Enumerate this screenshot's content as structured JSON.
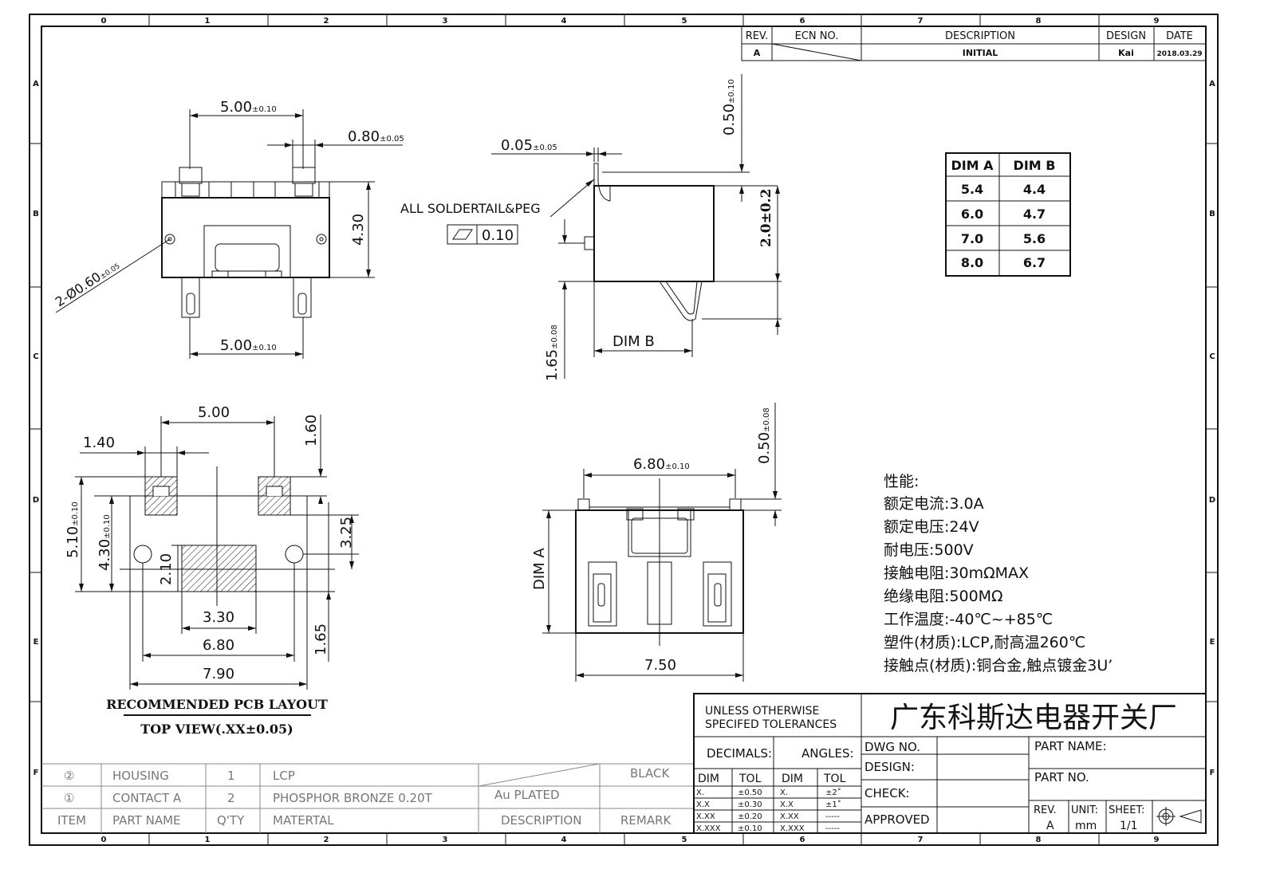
{
  "border": {
    "cols": [
      "0",
      "1",
      "2",
      "3",
      "4",
      "5",
      "6",
      "7",
      "8",
      "9"
    ],
    "rows": [
      "A",
      "B",
      "C",
      "D",
      "E",
      "F"
    ]
  },
  "revision": {
    "headers": [
      "REV.",
      "ECN NO.",
      "DESCRIPTION",
      "DESIGN",
      "DATE"
    ],
    "row": {
      "rev": "A",
      "description": "INITIAL",
      "design": "Kai",
      "date": "2018.03.29"
    }
  },
  "top_view": {
    "dim_top": "5.00",
    "dim_top_tol": "±0.10",
    "dim_pin": "0.80",
    "dim_pin_tol": "±0.05",
    "dim_height": "4.30",
    "dim_hole": "2-Ø0.60",
    "dim_hole_tol": "±0.05",
    "dim_bottom": "5.00",
    "dim_bottom_tol": "±0.10"
  },
  "side_view": {
    "dim_thk": "0.05",
    "dim_thk_tol": "±0.05",
    "note": "ALL SOLDERTAIL&PEG",
    "flatness": "0.10",
    "dim_top_gap": "0.50",
    "dim_top_gap_tol": "±0.10",
    "dim_body": "2.0±0.2",
    "dim_leg": "1.65",
    "dim_leg_tol": "±0.08",
    "dim_b": "DIM B"
  },
  "dim_table": {
    "headers": [
      "DIM A",
      "DIM B"
    ],
    "rows": [
      [
        "5.4",
        "4.4"
      ],
      [
        "6.0",
        "4.7"
      ],
      [
        "7.0",
        "5.6"
      ],
      [
        "8.0",
        "6.7"
      ]
    ]
  },
  "pcb": {
    "d500": "5.00",
    "d140": "1.40",
    "d160": "1.60",
    "d510": "5.10",
    "d510_tol": "±0.10",
    "d430": "4.30",
    "d430_tol": "±0.10",
    "d210": "2.10",
    "d325": "3.25",
    "d330": "3.30",
    "d680": "6.80",
    "d165": "1.65",
    "d790": "7.90",
    "title1": "RECOMMENDED PCB LAYOUT",
    "title2": "TOP VIEW(.XX±0.05)"
  },
  "front_view": {
    "d680": "6.80",
    "d680_tol": "±0.10",
    "d050": "0.50",
    "d050_tol": "±0.08",
    "dim_a": "DIM A",
    "d750": "7.50"
  },
  "specs": [
    "性能:",
    "额定电流:3.0A",
    "额定电压:24V",
    "耐电压:500V",
    "接触电阻:30mΩMAX",
    "绝缘电阻:500MΩ",
    "工作温度:-40℃~+85℃",
    "塑件(材质):LCP,耐高温260℃",
    "接触点(材质):铜合金,触点镀金3U’"
  ],
  "title_block": {
    "tol_title1": "UNLESS OTHERWISE",
    "tol_title2": "SPECIFED TOLERANCES",
    "company": "广东科斯达电器开关厂",
    "decimals": "DECIMALS:",
    "angles": "ANGLES:",
    "dim": "DIM",
    "tol": "TOL",
    "dec_rows": [
      [
        "X.",
        "±0.50"
      ],
      [
        "X.X",
        "±0.30"
      ],
      [
        "X.XX",
        "±0.20"
      ],
      [
        "X.XXX",
        "±0.10"
      ]
    ],
    "ang_rows": [
      [
        "X.",
        "±2˚"
      ],
      [
        "X.X",
        "±1˚"
      ],
      [
        "X.XX",
        "-----"
      ],
      [
        "X.XXX",
        "-----"
      ]
    ],
    "dwg_no": "DWG NO.",
    "design": "DESIGN:",
    "check": "CHECK:",
    "approved": "APPROVED",
    "part_name": "PART NAME:",
    "part_no": "PART NO.",
    "rev_label": "REV.",
    "rev": "A",
    "unit_label": "UNIT:",
    "unit": "mm",
    "sheet_label": "SHEET:",
    "sheet": "1/1"
  },
  "bom": {
    "rows": [
      {
        "item": "②",
        "name": "HOUSING",
        "qty": "1",
        "material": "LCP",
        "desc": "",
        "remark": "BLACK"
      },
      {
        "item": "①",
        "name": "CONTACT A",
        "qty": "2",
        "material": "PHOSPHOR BRONZE 0.20T",
        "desc": "Au PLATED",
        "remark": ""
      }
    ],
    "header": {
      "item": "ITEM",
      "name": "PART NAME",
      "qty": "Q'TY",
      "material": "MATERTAL",
      "desc": "DESCRIPTION",
      "remark": "REMARK"
    }
  }
}
